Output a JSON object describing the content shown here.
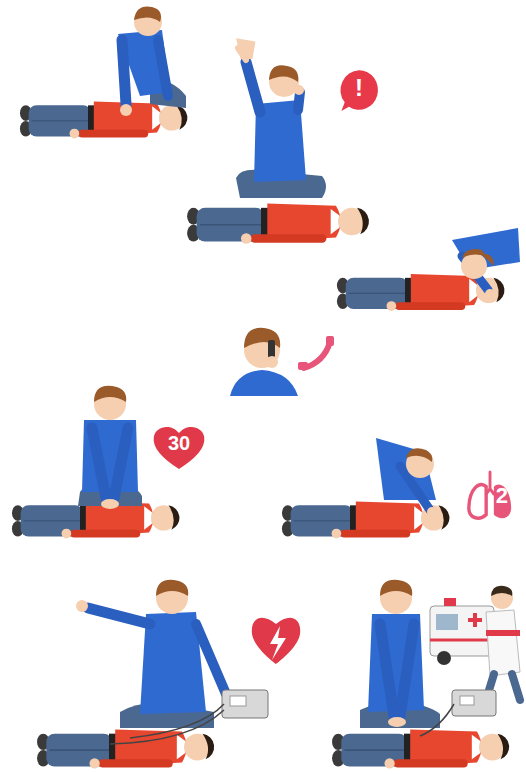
{
  "diagram": {
    "nodes": [
      {
        "text": [
          "!"
        ]
      },
      {
        "text": [
          "30"
        ]
      },
      {
        "text": [
          "2"
        ]
      }
    ]
  }
}
